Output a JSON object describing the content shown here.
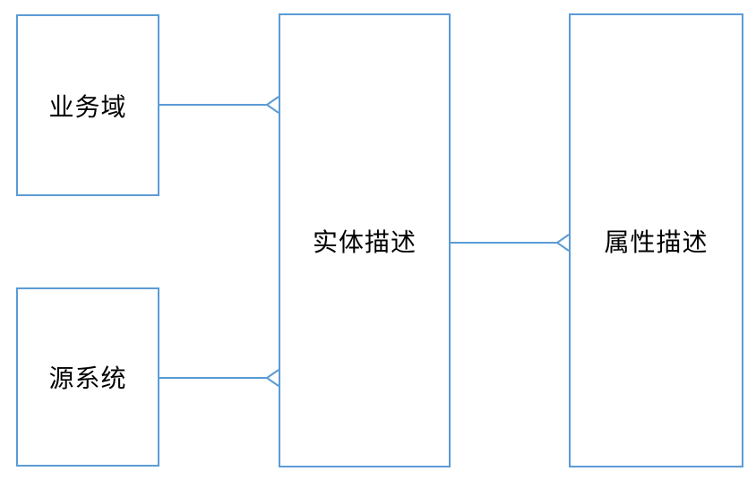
{
  "diagram": {
    "title": "entity-attribute-relationship-diagram",
    "nodes": [
      {
        "id": "business-domain",
        "label": "业务域"
      },
      {
        "id": "source-system",
        "label": "源系统"
      },
      {
        "id": "entity-description",
        "label": "实体描述"
      },
      {
        "id": "attribute-description",
        "label": "属性描述"
      }
    ],
    "edges": [
      {
        "from": "business-domain",
        "to": "entity-description",
        "arrowhead": "open-v-at-entity-description-left-edge"
      },
      {
        "from": "source-system",
        "to": "entity-description",
        "arrowhead": "open-v-at-entity-description-left-edge"
      },
      {
        "from": "entity-description",
        "to": "attribute-description",
        "arrowhead": "open-v-at-attribute-description-left-edge"
      }
    ],
    "colors": {
      "stroke": "#5b9bd5",
      "text": "#000000",
      "background": "#ffffff"
    }
  }
}
